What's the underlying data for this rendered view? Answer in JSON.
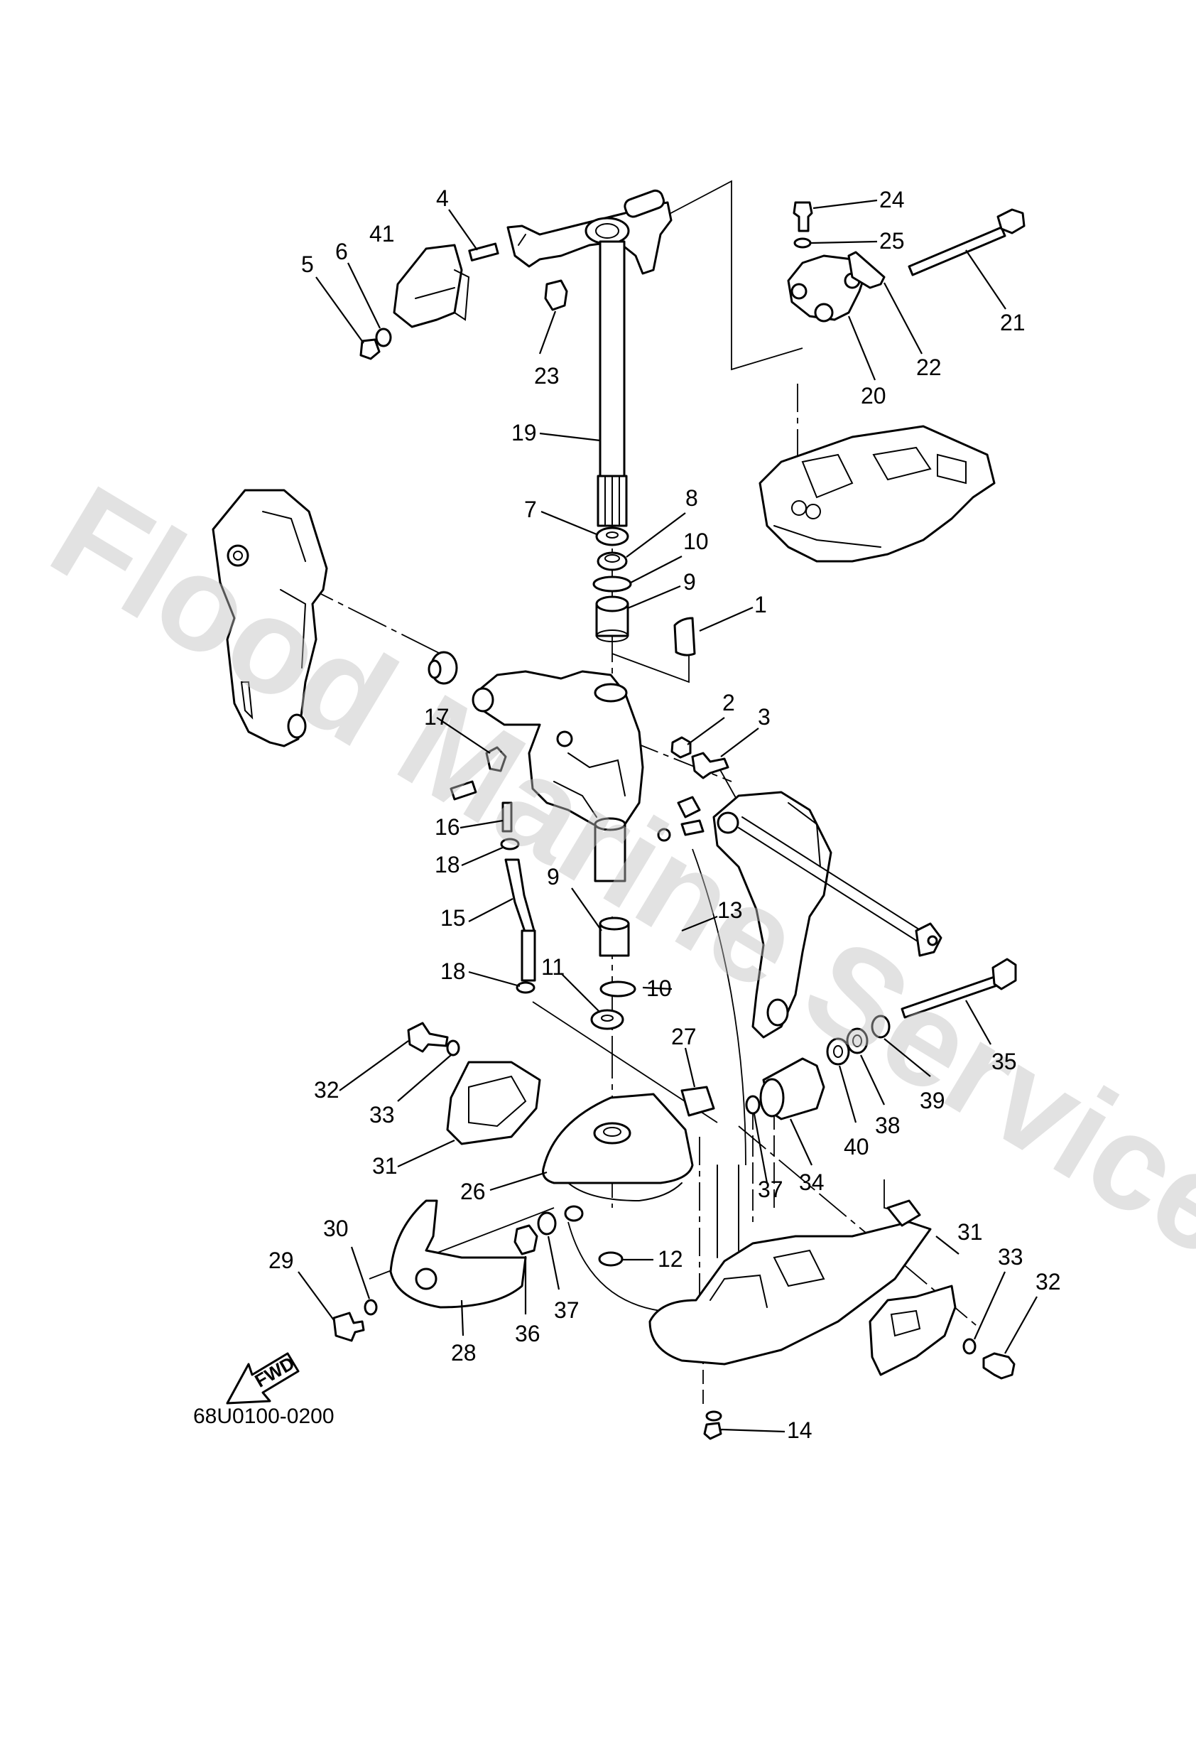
{
  "diagram": {
    "part_code": "68U0100-0200",
    "direction_label": "FWD",
    "watermark": "Flood Marine Services",
    "callouts": [
      {
        "id": "c1",
        "label": "1"
      },
      {
        "id": "c2",
        "label": "2"
      },
      {
        "id": "c3",
        "label": "3"
      },
      {
        "id": "c4",
        "label": "4"
      },
      {
        "id": "c5",
        "label": "5"
      },
      {
        "id": "c6",
        "label": "6"
      },
      {
        "id": "c7",
        "label": "7"
      },
      {
        "id": "c8",
        "label": "8"
      },
      {
        "id": "c9a",
        "label": "9"
      },
      {
        "id": "c9b",
        "label": "9"
      },
      {
        "id": "c10a",
        "label": "10"
      },
      {
        "id": "c10b",
        "label": "10"
      },
      {
        "id": "c11",
        "label": "11"
      },
      {
        "id": "c12",
        "label": "12"
      },
      {
        "id": "c13",
        "label": "13"
      },
      {
        "id": "c14",
        "label": "14"
      },
      {
        "id": "c15",
        "label": "15"
      },
      {
        "id": "c16",
        "label": "16"
      },
      {
        "id": "c17",
        "label": "17"
      },
      {
        "id": "c18a",
        "label": "18"
      },
      {
        "id": "c18b",
        "label": "18"
      },
      {
        "id": "c19",
        "label": "19"
      },
      {
        "id": "c20",
        "label": "20"
      },
      {
        "id": "c21",
        "label": "21"
      },
      {
        "id": "c22",
        "label": "22"
      },
      {
        "id": "c23",
        "label": "23"
      },
      {
        "id": "c24",
        "label": "24"
      },
      {
        "id": "c25",
        "label": "25"
      },
      {
        "id": "c26",
        "label": "26"
      },
      {
        "id": "c27",
        "label": "27"
      },
      {
        "id": "c28",
        "label": "28"
      },
      {
        "id": "c29",
        "label": "29"
      },
      {
        "id": "c30",
        "label": "30"
      },
      {
        "id": "c31a",
        "label": "31"
      },
      {
        "id": "c31b",
        "label": "31"
      },
      {
        "id": "c32a",
        "label": "32"
      },
      {
        "id": "c32b",
        "label": "32"
      },
      {
        "id": "c33a",
        "label": "33"
      },
      {
        "id": "c33b",
        "label": "33"
      },
      {
        "id": "c34",
        "label": "34"
      },
      {
        "id": "c35",
        "label": "35"
      },
      {
        "id": "c36",
        "label": "36"
      },
      {
        "id": "c37a",
        "label": "37"
      },
      {
        "id": "c37b",
        "label": "37"
      },
      {
        "id": "c38",
        "label": "38"
      },
      {
        "id": "c39",
        "label": "39"
      },
      {
        "id": "c40",
        "label": "40"
      },
      {
        "id": "c41",
        "label": "41"
      }
    ]
  }
}
